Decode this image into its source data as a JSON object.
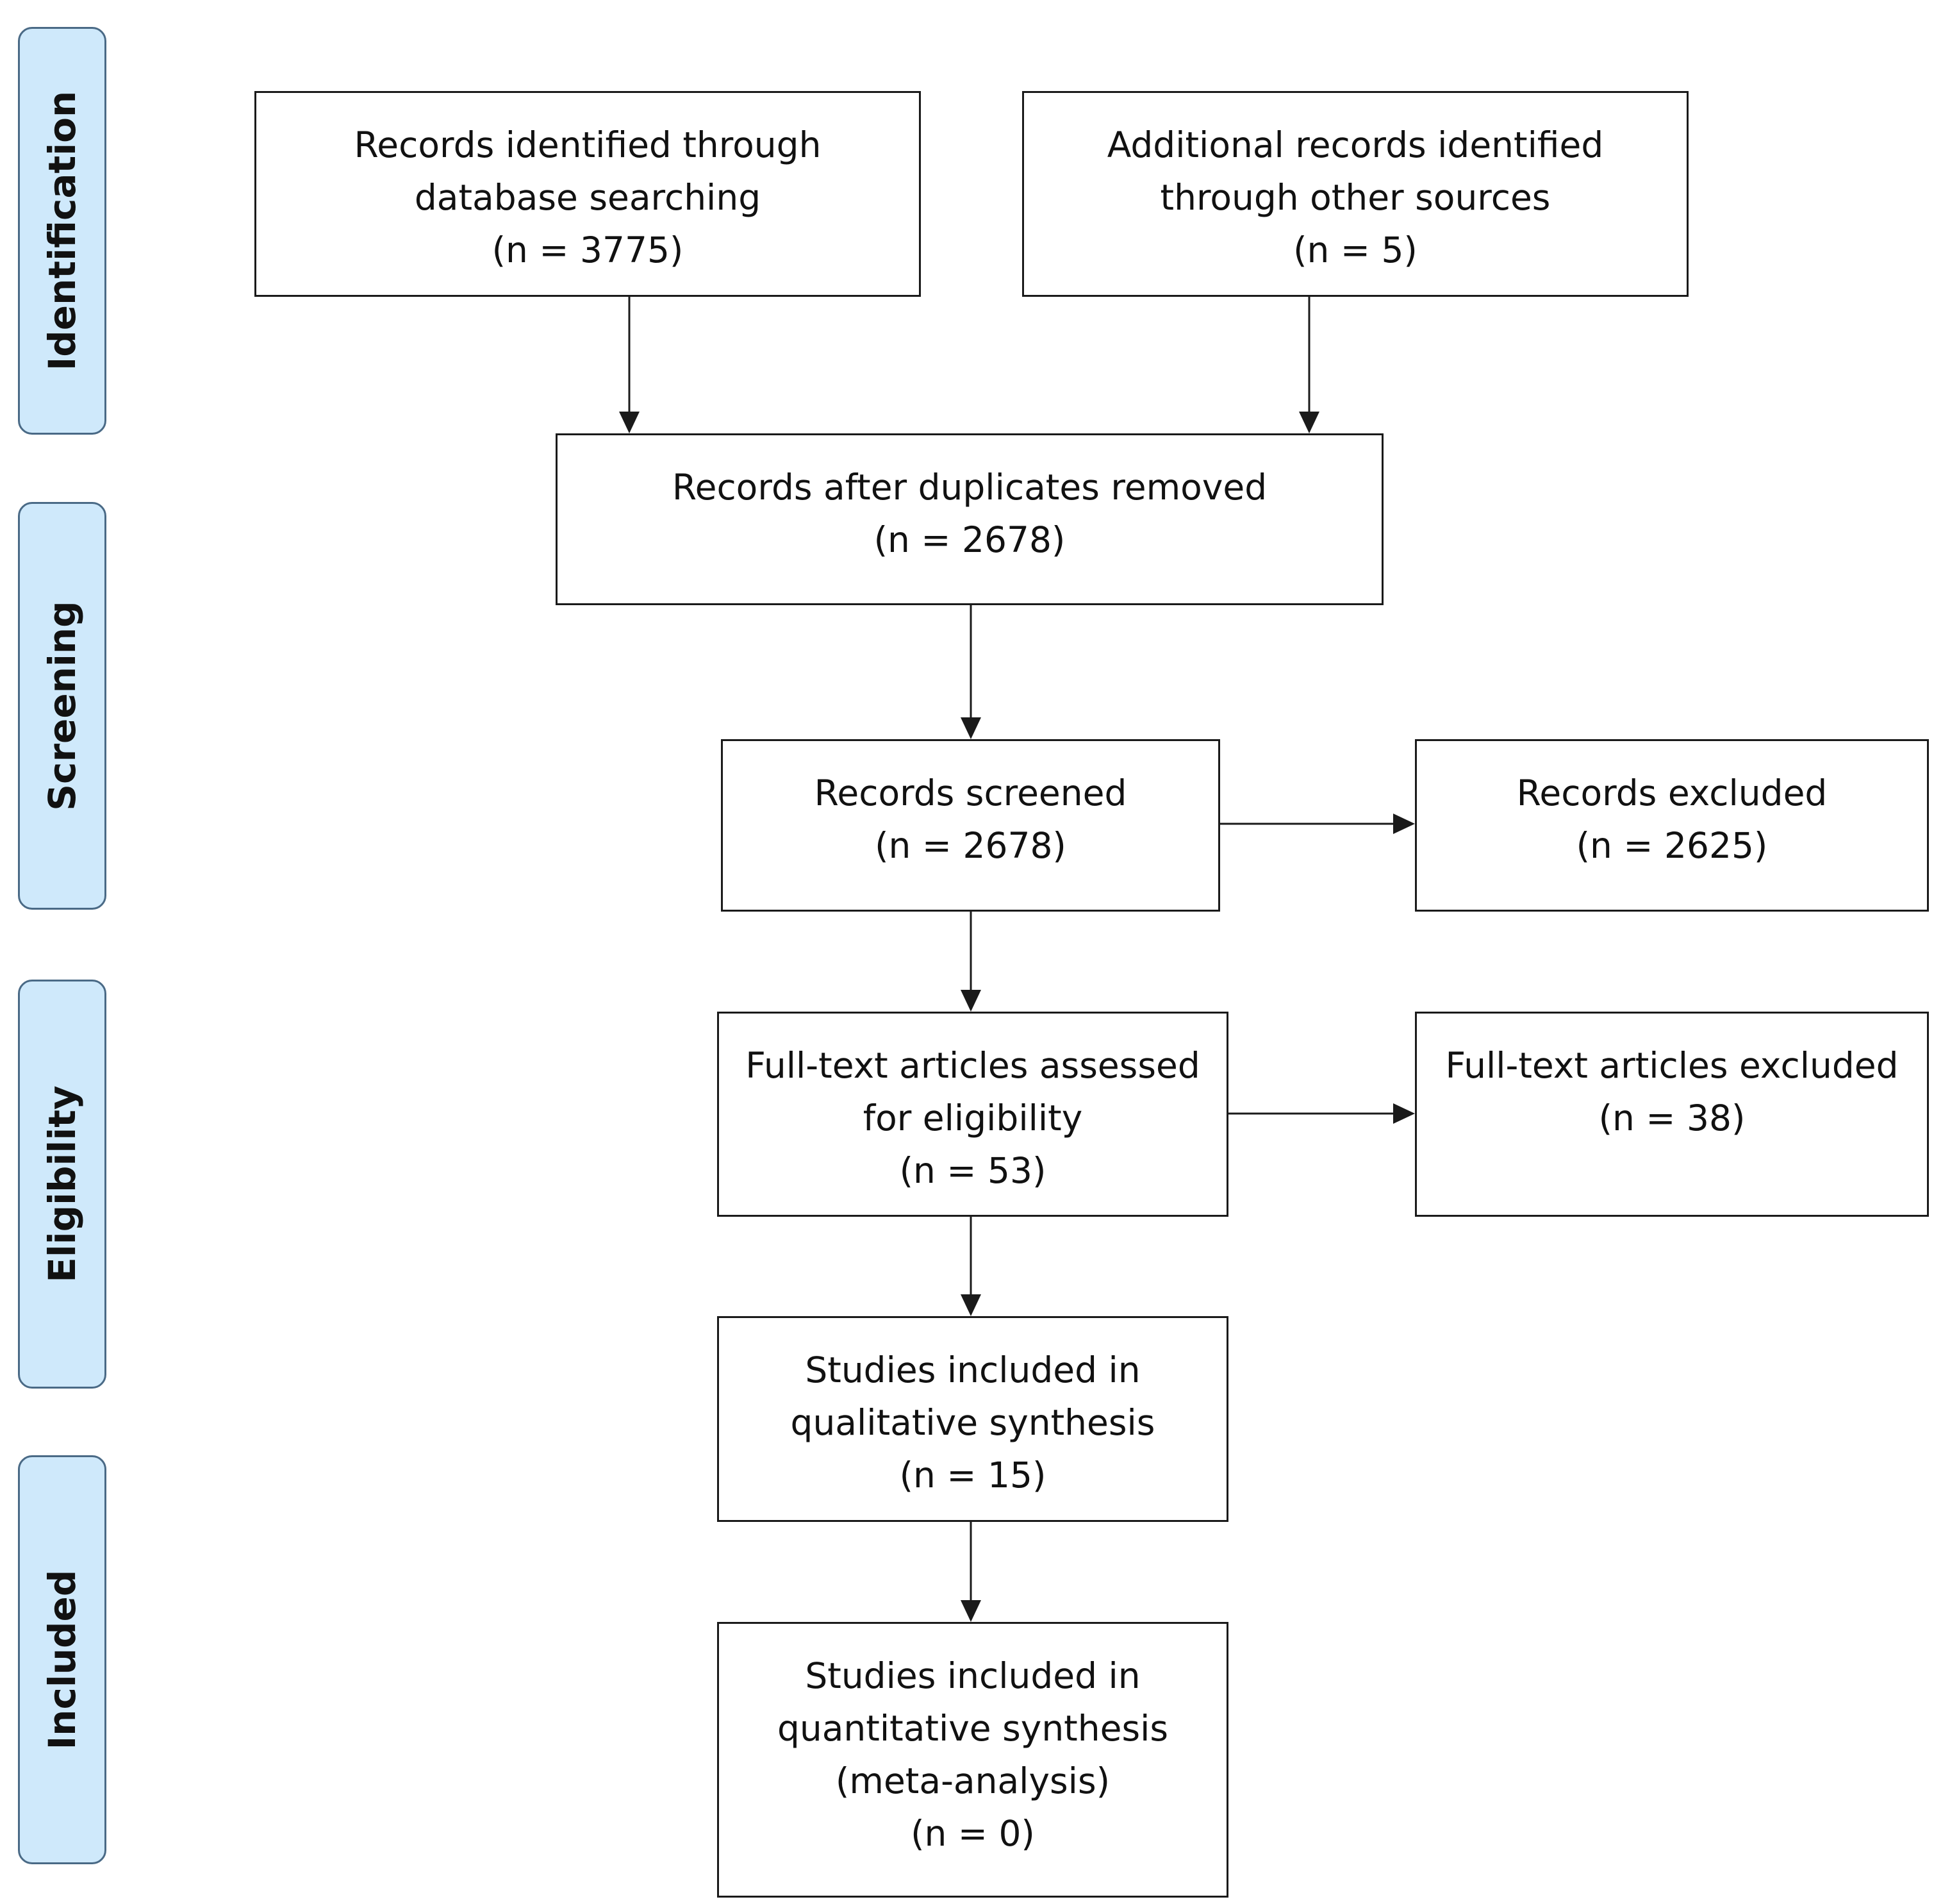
{
  "phases": {
    "identification": "Identification",
    "screening": "Screening",
    "eligibility": "Eligibility",
    "included": "Included"
  },
  "boxes": {
    "database_records": {
      "lines": [
        "Records identified through",
        "database searching",
        "(n = 3775)"
      ]
    },
    "other_records": {
      "lines": [
        "Additional records identified",
        "through other sources",
        "(n = 5)"
      ]
    },
    "duplicates_removed": {
      "lines": [
        "Records after duplicates removed",
        "(n = 2678)"
      ]
    },
    "screened": {
      "lines": [
        "Records screened",
        "(n = 2678)"
      ]
    },
    "excluded": {
      "lines": [
        "Records excluded",
        "(n = 2625)"
      ]
    },
    "fulltext_assessed": {
      "lines": [
        "Full-text articles assessed",
        "for eligibility",
        "(n = 53)"
      ]
    },
    "fulltext_excluded": {
      "lines": [
        "Full-text articles excluded",
        "(n = 38)"
      ]
    },
    "qualitative": {
      "lines": [
        "Studies included in",
        "qualitative synthesis",
        "(n = 15)"
      ]
    },
    "quantitative": {
      "lines": [
        "Studies included in",
        "quantitative synthesis",
        "(meta-analysis)",
        "(n = 0)"
      ]
    }
  }
}
